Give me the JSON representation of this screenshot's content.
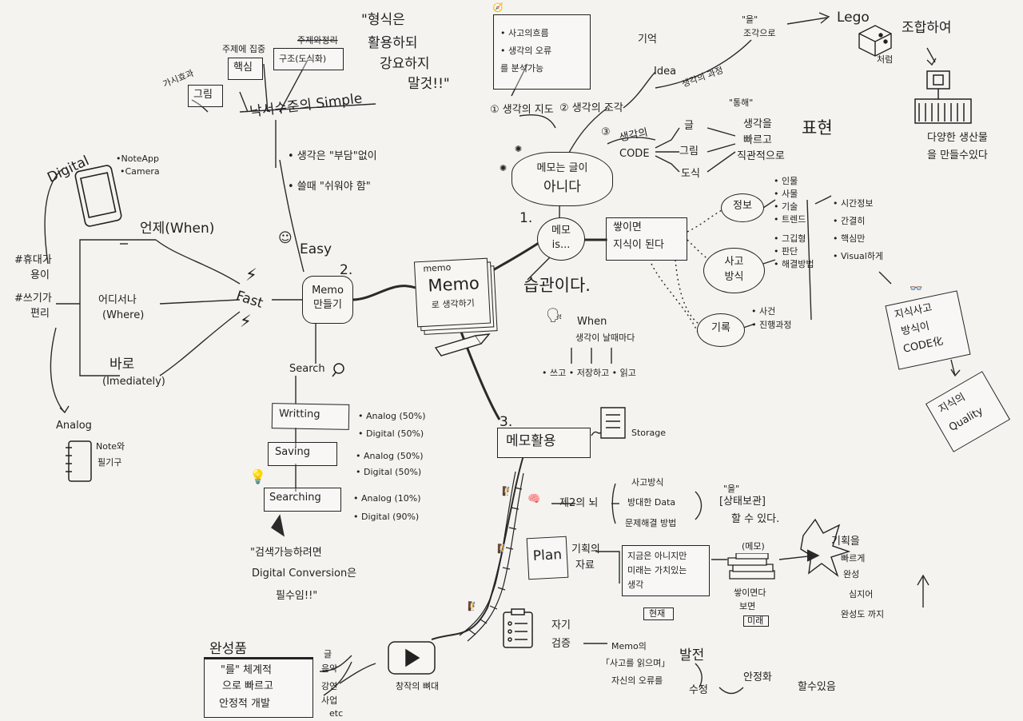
{
  "center": {
    "line1": "Memo",
    "line2": "로 생각하기",
    "tag": "memo"
  },
  "fast_branch": {
    "number": "2.",
    "node_line1": "Memo",
    "node_line2": "만들기",
    "fast": "Fast",
    "easy": "Easy",
    "search": "Search",
    "when": "언제(When)",
    "where_line1": "어디서나",
    "where_line2": "(Where)",
    "now_line1": "바로",
    "now_line2": "(Imediately)",
    "digital_label": "Digital",
    "note_app": "•NoteApp",
    "camera": "•Camera",
    "hash1_line1": "#휴대가",
    "hash1_line2": "용이",
    "hash2_line1": "#쓰기가",
    "hash2_line2": "편리",
    "analog_label": "Analog",
    "analog_items_line1": "Note와",
    "analog_items_line2": "필기구"
  },
  "simple_branch": {
    "title": "낙서수준의 Simple",
    "label_visual": "가시효과",
    "box_visual": "그림",
    "label_core": "주제에 집중",
    "box_core": "핵심",
    "box_structure": "구조(도식화)",
    "strike": "주제와정리",
    "quote_line1": "\"형식은",
    "quote_line2": "활용하되",
    "quote_line3": "강요하지",
    "quote_line4": "말것!!\"",
    "bullet1": "• 생각은 \"부담\"없이",
    "bullet2": "• 쓸때 \"쉬워야 함\""
  },
  "search_branch": {
    "writing": "Writting",
    "writing_analog": "• Analog (50%)",
    "writing_digital": "• Digital (50%)",
    "saving": "Saving",
    "saving_analog": "• Analog (50%)",
    "saving_digital": "• Digital (50%)",
    "searching": "Searching",
    "searching_analog": "• Analog (10%)",
    "searching_digital": "• Digital (90%)",
    "note_line1": "\"검색가능하려면",
    "note_line2": "Digital Conversion은",
    "note_line3": "필수임!!\""
  },
  "memo_is": {
    "number": "1.",
    "node_line1": "메모",
    "node_line2": "is...",
    "not_text_line1": "메모는 글이",
    "not_text_line2": "아니다",
    "map_of_thought": "① 생각의 지도",
    "pieces": "② 생각의 조각",
    "code_num": "③",
    "code_line1": "생각의",
    "code_line2": "CODE",
    "flow_item1": "• 사고의흐름",
    "flow_item2": "• 생각의 오류",
    "flow_item3": "를 분석가능",
    "memory": "기억",
    "idea": "Idea",
    "process": "생각의 과정",
    "pieces_note_line1": "\"을\"",
    "pieces_note_line2": "조각으로",
    "lego": "Lego",
    "lego_caption": "처럼",
    "combine": "조합하여",
    "products_line1": "다양한 생산물",
    "products_line2": "을 만들수있다",
    "code_text": "글",
    "code_drawing": "그림",
    "code_diagram": "도식",
    "through": "\"통해\"",
    "express_line1": "생각을",
    "express_line2": "빠르고",
    "express_line3": "직관적으로",
    "express": "표현",
    "accumulate_line1": "쌓이면",
    "accumulate_line2": "지식이 된다",
    "habit": "습관이다.",
    "habit_when": "When",
    "habit_when_detail": "생각이 날때마다",
    "habit_actions": "• 쓰고 • 저장하고 • 읽고",
    "info": "정보",
    "info_items": [
      "• 인물",
      "• 사물",
      "• 기술",
      "• 트렌드"
    ],
    "thinking_line1": "사고",
    "thinking_line2": "방식",
    "thinking_items": [
      "• 그깁형",
      "• 판단",
      "• 해결방법"
    ],
    "record": "기록",
    "record_items": [
      "• 사건",
      "• 진행과정"
    ],
    "right_items": [
      "• 시간정보",
      "• 간결히",
      "• 핵심만",
      "• Visual하게"
    ],
    "knowledge_line1": "지식사고",
    "knowledge_line2": "방식이",
    "knowledge_line3": "CODE化",
    "quality_line1": "지식의",
    "quality_line2": "Quality"
  },
  "use_branch": {
    "number": "3.",
    "title": "메모활용",
    "storage": "Storage",
    "brain": "제2의 뇌",
    "brain_item1": "사고방식",
    "brain_item2": "방대한 Data",
    "brain_item3": "문제해결 방법",
    "brain_note": "\"을\"",
    "brain_result_line1": "[상태보관]",
    "brain_result_line2": "할 수 있다.",
    "plan": "Plan",
    "plan_label_line1": "기획의",
    "plan_label_line2": "자료",
    "plan_box_line1": "지금은 아니지만",
    "plan_box_line2": "미래는 가치있는",
    "plan_box_line3": "생각",
    "now_tag": "현재",
    "memo_tag": "(메모)",
    "stack_line1": "쌓이면다",
    "stack_line2": "보면",
    "future_tag": "미래",
    "plan_result_line1": "기획을",
    "plan_result_line2": "빠르게",
    "plan_result_line3": "완성",
    "plan_result_line4": "심지어",
    "plan_result_line5": "완성도 까지",
    "check_line1": "자기",
    "check_line2": "검증",
    "check_memo": "Memo의",
    "check_line3": "「사고를 읽으며」",
    "check_line4": "자신의 오류를",
    "develop": "발전",
    "fix": "수정",
    "stabilize": "안정화",
    "can_do": "할수있음",
    "video": "창작의 뼈대",
    "works_title": "완성품",
    "works_line1": "\"를\" 체계적",
    "works_line2": "으로 빠르고",
    "works_line3": "안정적 개발",
    "works_items": [
      "글",
      "음악",
      "강연",
      "사업",
      "etc"
    ]
  }
}
